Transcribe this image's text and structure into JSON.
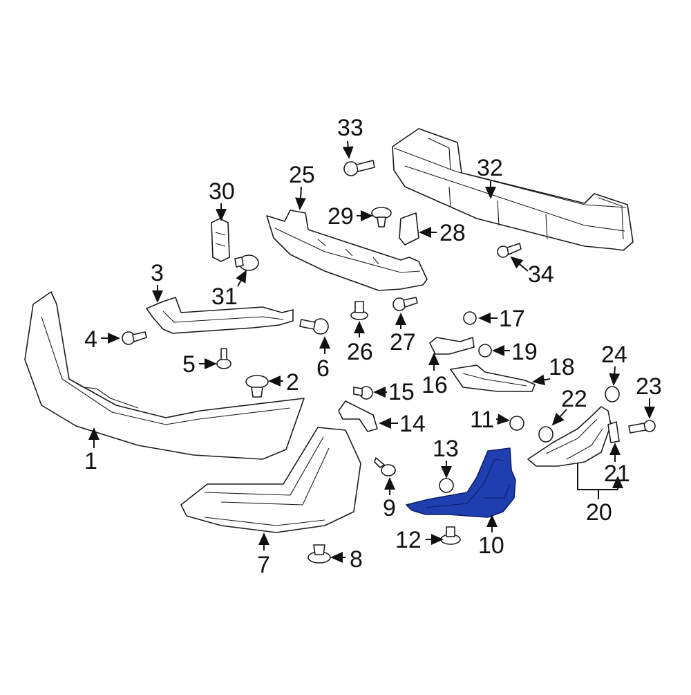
{
  "diagram": {
    "highlight_color": "#1f3fb0",
    "highlighted_part": "10",
    "callouts": [
      {
        "id": "c1",
        "label": "1"
      },
      {
        "id": "c2",
        "label": "2"
      },
      {
        "id": "c3",
        "label": "3"
      },
      {
        "id": "c4",
        "label": "4"
      },
      {
        "id": "c5",
        "label": "5"
      },
      {
        "id": "c6",
        "label": "6"
      },
      {
        "id": "c7",
        "label": "7"
      },
      {
        "id": "c8",
        "label": "8"
      },
      {
        "id": "c9",
        "label": "9"
      },
      {
        "id": "c10",
        "label": "10"
      },
      {
        "id": "c11",
        "label": "11"
      },
      {
        "id": "c12",
        "label": "12"
      },
      {
        "id": "c13",
        "label": "13"
      },
      {
        "id": "c14",
        "label": "14"
      },
      {
        "id": "c15",
        "label": "15"
      },
      {
        "id": "c16",
        "label": "16"
      },
      {
        "id": "c17",
        "label": "17"
      },
      {
        "id": "c18",
        "label": "18"
      },
      {
        "id": "c19",
        "label": "19"
      },
      {
        "id": "c20",
        "label": "20"
      },
      {
        "id": "c21",
        "label": "21"
      },
      {
        "id": "c22",
        "label": "22"
      },
      {
        "id": "c23",
        "label": "23"
      },
      {
        "id": "c24",
        "label": "24"
      },
      {
        "id": "c25",
        "label": "25"
      },
      {
        "id": "c26",
        "label": "26"
      },
      {
        "id": "c27",
        "label": "27"
      },
      {
        "id": "c28",
        "label": "28"
      },
      {
        "id": "c29",
        "label": "29"
      },
      {
        "id": "c30",
        "label": "30"
      },
      {
        "id": "c31",
        "label": "31"
      },
      {
        "id": "c32",
        "label": "32"
      },
      {
        "id": "c33",
        "label": "33"
      },
      {
        "id": "c34",
        "label": "34"
      }
    ]
  }
}
